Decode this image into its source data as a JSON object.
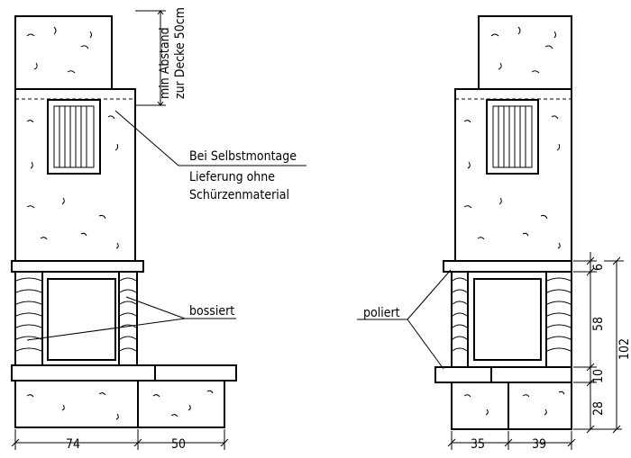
{
  "notes": {
    "ceiling_line1": "min Abstand",
    "ceiling_line2": "zur Decke 50cm",
    "self_assembly_line1": "Bei Selbstmontage",
    "self_assembly_line2": "Lieferung ohne",
    "self_assembly_line3": "Schürzenmaterial",
    "bossiert": "bossiert",
    "poliert": "poliert"
  },
  "dimensions": {
    "left_width_1": "74",
    "left_width_2": "50",
    "right_width_1": "35",
    "right_width_2": "39",
    "height_6": "6",
    "height_58": "58",
    "height_10": "10",
    "height_28": "28",
    "height_total": "102"
  }
}
